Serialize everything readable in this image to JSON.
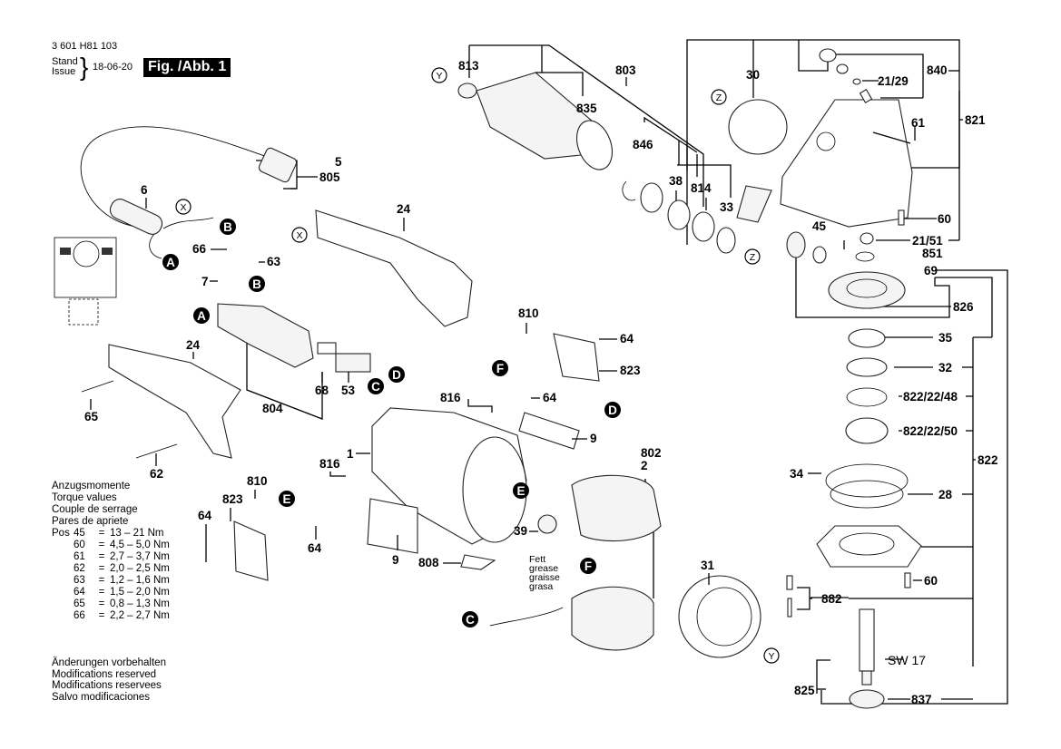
{
  "header": {
    "part_number": "3 601 H81 103",
    "stand": "Stand",
    "issue": "Issue",
    "date": "18-06-20",
    "figure": "Fig. /Abb. 1"
  },
  "torque": {
    "titles": [
      "Anzugsmomente",
      "Torque values",
      "Couple de serrage",
      "Pares de apriete"
    ],
    "pos_label": "Pos",
    "rows": [
      {
        "pos": "45",
        "eq": "=",
        "value": "13  – 21 Nm"
      },
      {
        "pos": "60",
        "eq": "=",
        "value": "4,5 – 5,0 Nm"
      },
      {
        "pos": "61",
        "eq": "=",
        "value": "2,7 – 3,7 Nm"
      },
      {
        "pos": "62",
        "eq": "=",
        "value": "2,0 – 2,5 Nm"
      },
      {
        "pos": "63",
        "eq": "=",
        "value": "1,2 – 1,6 Nm"
      },
      {
        "pos": "64",
        "eq": "=",
        "value": "1,5 – 2,0 Nm"
      },
      {
        "pos": "65",
        "eq": "=",
        "value": "0,8 – 1,3 Nm"
      },
      {
        "pos": "66",
        "eq": "=",
        "value": "2,2 – 2,7 Nm"
      }
    ]
  },
  "notes": [
    "Änderungen vorbehalten",
    "Modifications reserved",
    "Modifications reservees",
    "Salvo modificaciones"
  ],
  "grease_note": [
    "Fett",
    "grease",
    "graisse",
    "grasa"
  ],
  "sw_label": "SW 17",
  "part_labels": {
    "l813": "813",
    "l803": "803",
    "l835": "835",
    "l846": "846",
    "l38": "38",
    "l814": "814",
    "l33": "33",
    "l30": "30",
    "l840": "840",
    "l2129": "21/29",
    "l821": "821",
    "l61": "61",
    "l60a": "60",
    "l2151": "21/51",
    "l851": "851",
    "l45": "45",
    "l69": "69",
    "l826": "826",
    "l35": "35",
    "l32": "32",
    "l8222248": "822/22/48",
    "l8222250": "822/22/50",
    "l822": "822",
    "l34": "34",
    "l28": "28",
    "l60b": "60",
    "l882": "882",
    "l825": "825",
    "l837": "837",
    "l31": "31",
    "l5": "5",
    "l805": "805",
    "l6": "6",
    "l24a": "24",
    "l66": "66",
    "l63": "63",
    "l7": "7",
    "l24b": "24",
    "l65": "65",
    "l62": "62",
    "l804": "804",
    "l68": "68",
    "l53": "53",
    "l810a": "810",
    "l64a": "64",
    "l823a": "823",
    "l816a": "816",
    "l64b": "64",
    "l9a": "9",
    "l802": "802",
    "l2": "2",
    "l1": "1",
    "l816b": "816",
    "l810b": "810",
    "l823b": "823",
    "l64c": "64",
    "l64d": "64",
    "l9b": "9",
    "l808": "808",
    "l39": "39"
  },
  "connectors": {
    "A": "A",
    "B": "B",
    "C": "C",
    "D": "D",
    "E": "E",
    "F": "F",
    "X": "X",
    "Y": "Y",
    "Z": "Z"
  }
}
